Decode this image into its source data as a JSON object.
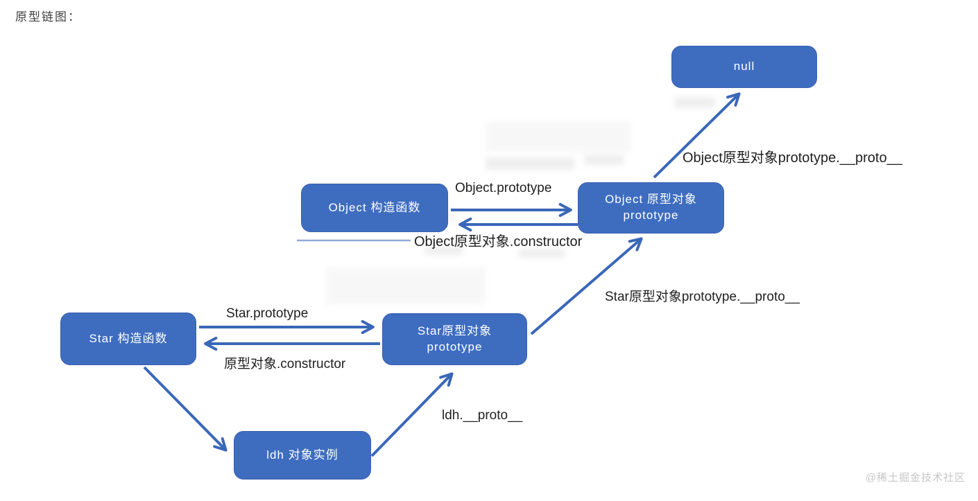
{
  "page": {
    "title": "原型链图：",
    "watermark": "@稀土掘金技术社区"
  },
  "colors": {
    "node_fill": "#3e6dc0",
    "node_border": "#3a5fae",
    "node_text": "#ffffff",
    "arrow": "#3a67b8",
    "label_text": "#1f1f1f",
    "title_text": "#3f3f3f",
    "watermark": "#c6c6c6",
    "page_bg": "#ffffff"
  },
  "nodes": {
    "null_box": {
      "label": "null"
    },
    "object_constructor": {
      "label": "Object 构造函数"
    },
    "object_prototype": {
      "line1": "Object 原型对象",
      "line2": "prototype"
    },
    "star_constructor": {
      "label": "Star 构造函数"
    },
    "star_prototype": {
      "line1": "Star原型对象",
      "line2": "prototype"
    },
    "ldh_instance": {
      "label": "ldh 对象实例"
    }
  },
  "edge_labels": {
    "object_prototype": "Object.prototype",
    "object_constructor_return": "Object原型对象.constructor",
    "object_proto_to_null": "Object原型对象prototype.__proto__",
    "star_prototype": "Star.prototype",
    "star_constructor_return": "原型对象.constructor",
    "star_proto_to_object_proto": "Star原型对象prototype.__proto__",
    "ldh_proto": "ldh.__proto__"
  }
}
